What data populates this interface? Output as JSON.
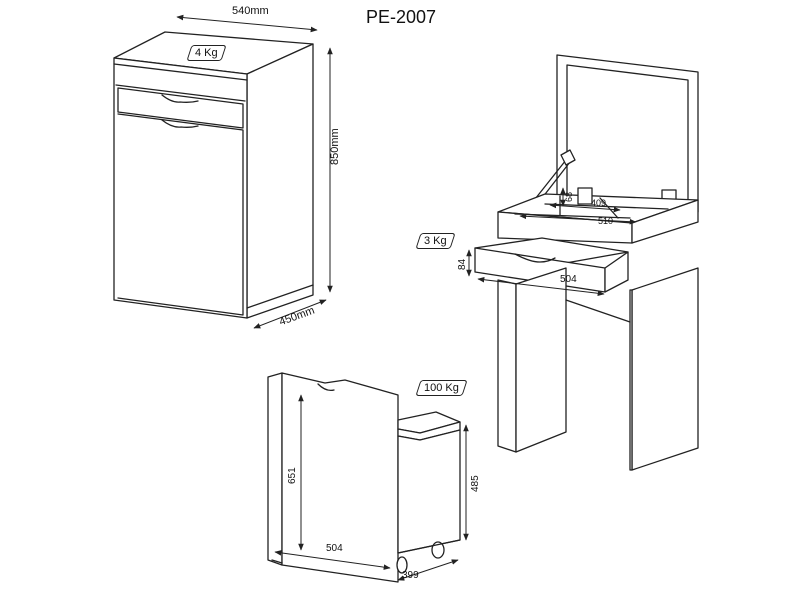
{
  "title": "PE-2007",
  "cabinet": {
    "width_label": "540mm",
    "height_label": "850mm",
    "depth_label": "450mm",
    "weight_label": "4 Kg"
  },
  "vanity": {
    "weight_label": "3 Kg",
    "drawer_height": "84",
    "drawer_width": "504",
    "compartment_height": "68",
    "compartment_width": "409",
    "inner_width": "510"
  },
  "stool": {
    "height_label": "651",
    "width_label": "504",
    "seat_height_label": "485",
    "depth_label": "399",
    "weight_label": "100 Kg"
  }
}
